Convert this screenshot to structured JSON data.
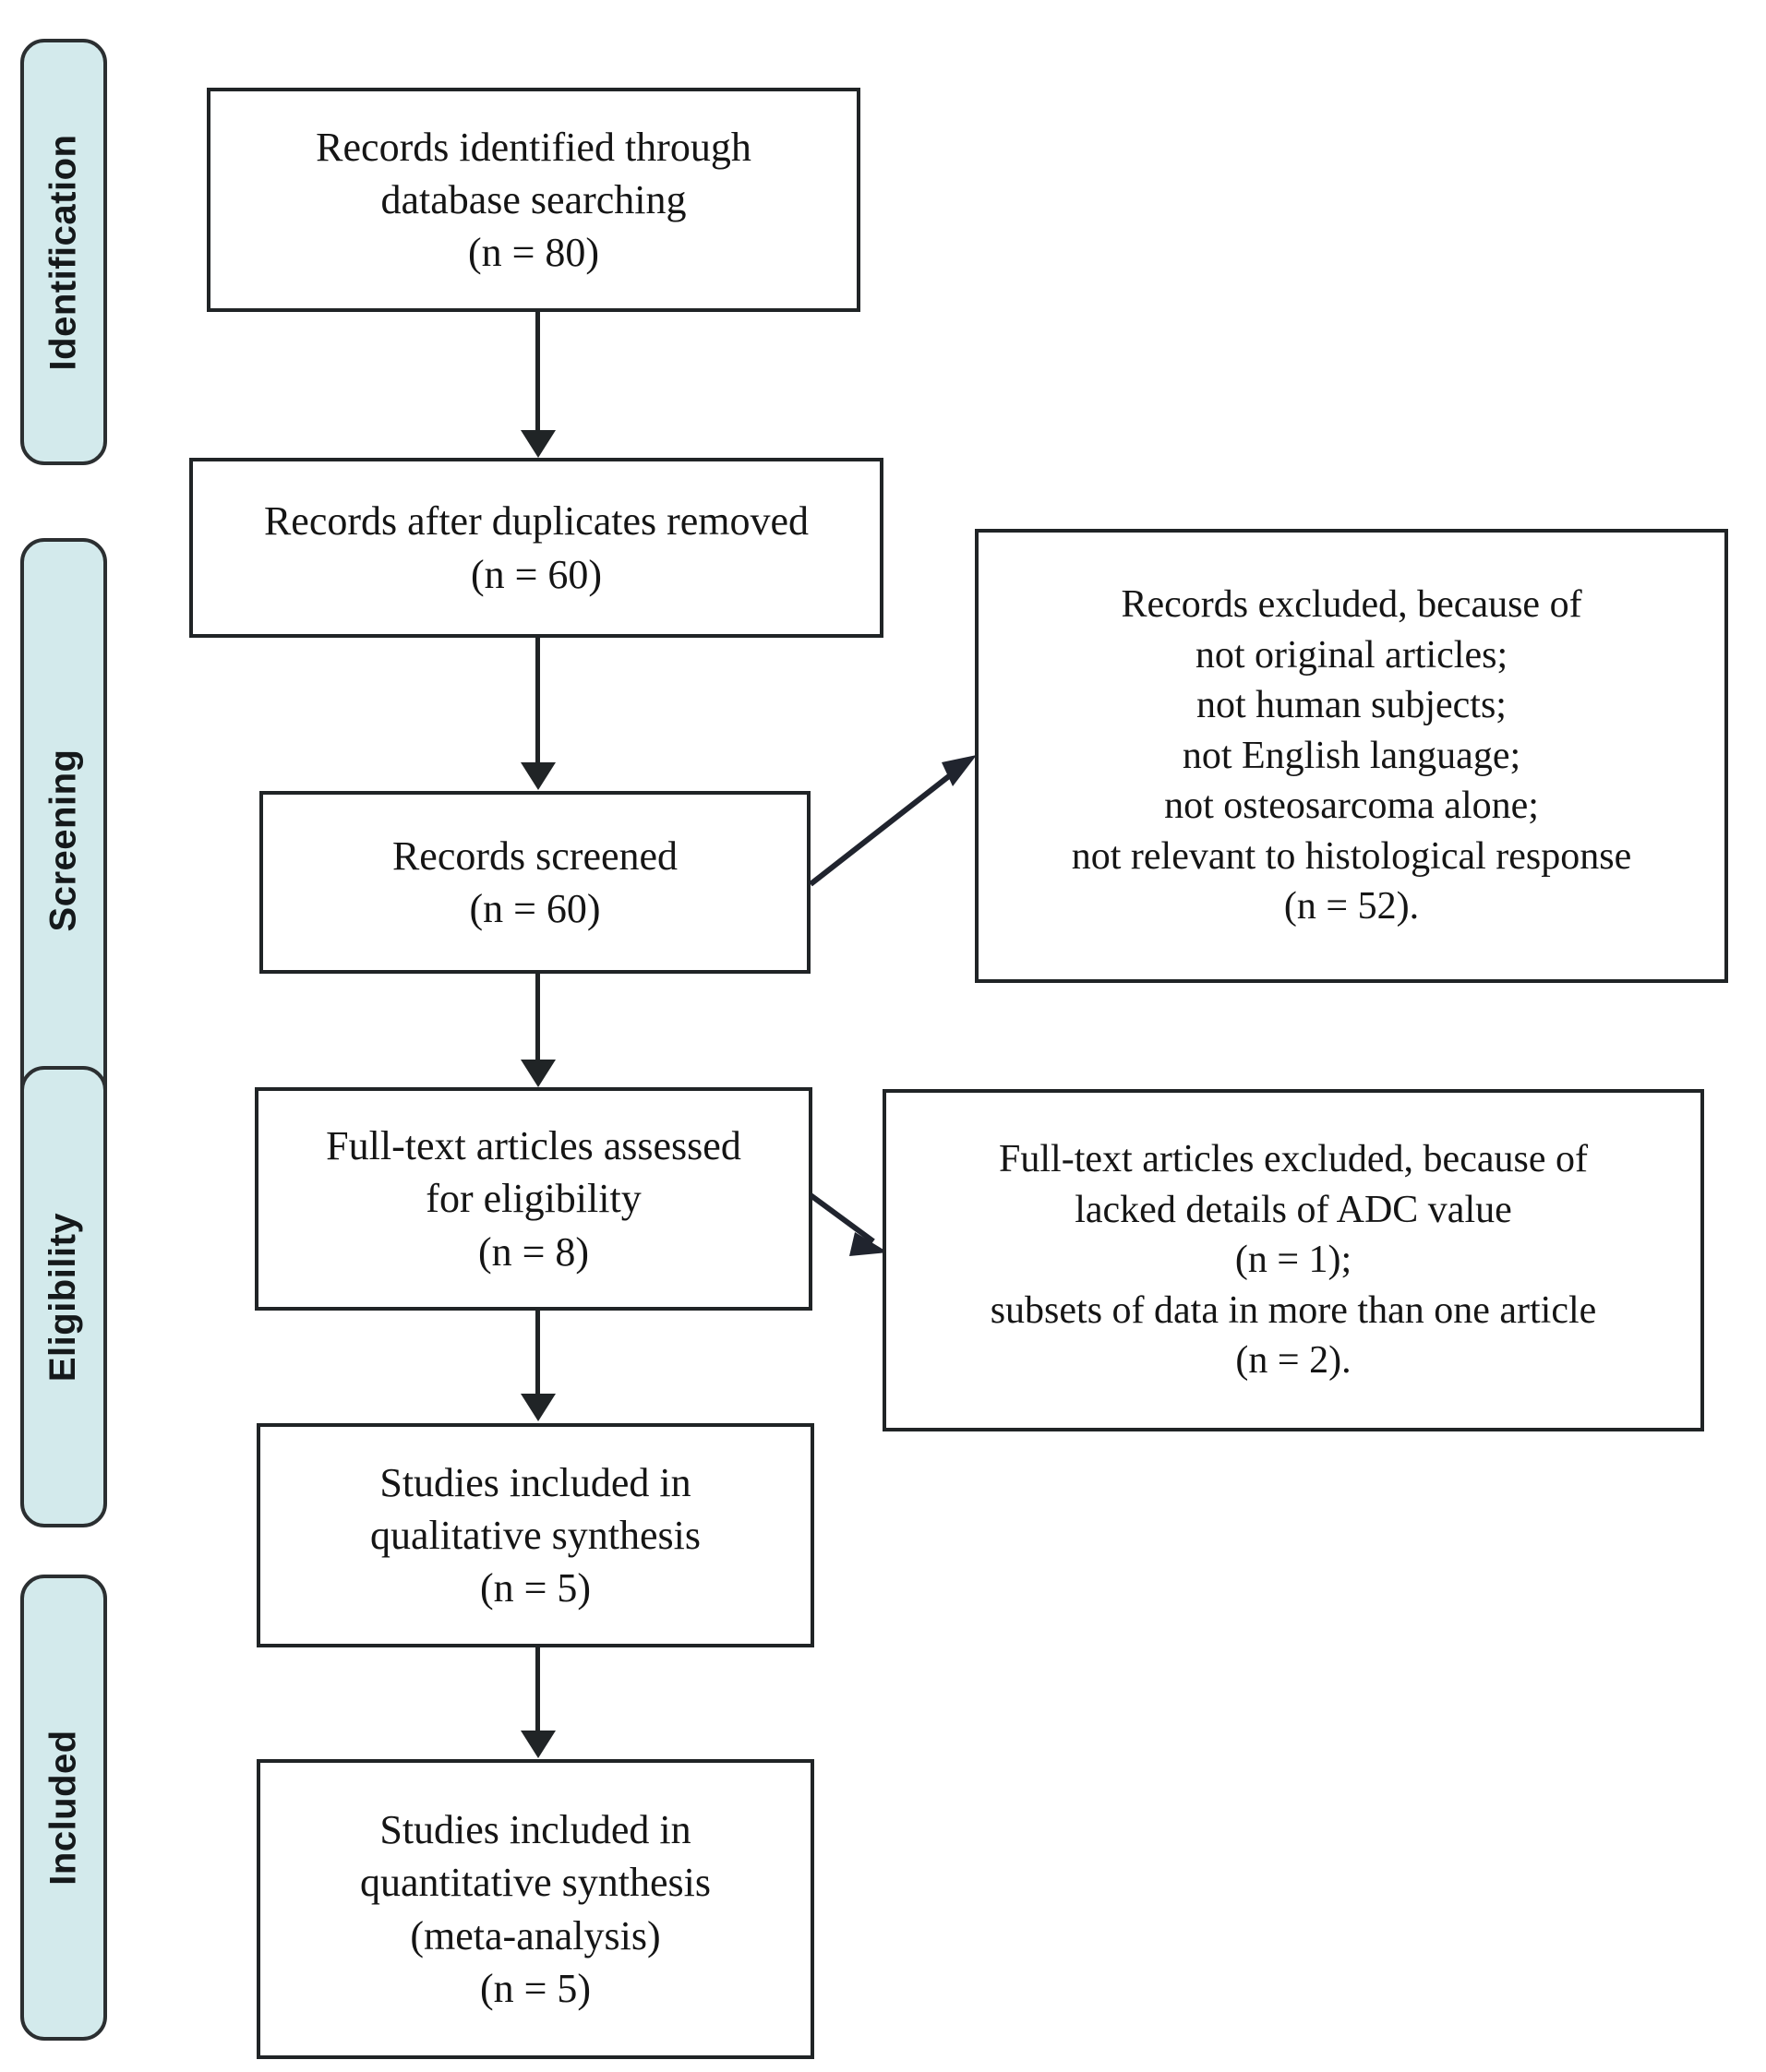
{
  "diagram": {
    "type": "prisma-flow-diagram",
    "stages": [
      {
        "id": "identification",
        "label": "Identification"
      },
      {
        "id": "screening",
        "label": "Screening"
      },
      {
        "id": "eligibility",
        "label": "Eligibility"
      },
      {
        "id": "included",
        "label": "Included"
      }
    ],
    "nodes": {
      "records_identified": {
        "lines": [
          "Records identified through",
          "database searching",
          "(n = 80)"
        ]
      },
      "duplicates_removed": {
        "lines": [
          "Records after duplicates removed",
          "(n = 60)"
        ]
      },
      "records_screened": {
        "lines": [
          "Records screened",
          "(n = 60)"
        ]
      },
      "records_excluded": {
        "lines": [
          "Records excluded, because of",
          "not original articles;",
          "not human subjects;",
          "not English language;",
          "not osteosarcoma alone;",
          "not relevant to histological response",
          "(n = 52)."
        ]
      },
      "fulltext_assessed": {
        "lines": [
          "Full-text articles assessed",
          "for eligibility",
          "(n = 8)"
        ]
      },
      "fulltext_excluded": {
        "lines": [
          "Full-text articles excluded, because of",
          "lacked details of ADC value",
          "(n = 1);",
          "subsets of data in more than one article",
          "(n = 2)."
        ]
      },
      "qualitative_synthesis": {
        "lines": [
          "Studies included in",
          "qualitative synthesis",
          "(n = 5)"
        ]
      },
      "quantitative_synthesis": {
        "lines": [
          "Studies included in",
          "quantitative synthesis",
          "(meta-analysis)",
          "(n = 5)"
        ]
      }
    },
    "colors": {
      "stage_fill": "#d3eaec",
      "stage_border": "#2b2f31",
      "box_border": "#20242e",
      "text": "#151515",
      "background": "#ffffff"
    }
  }
}
